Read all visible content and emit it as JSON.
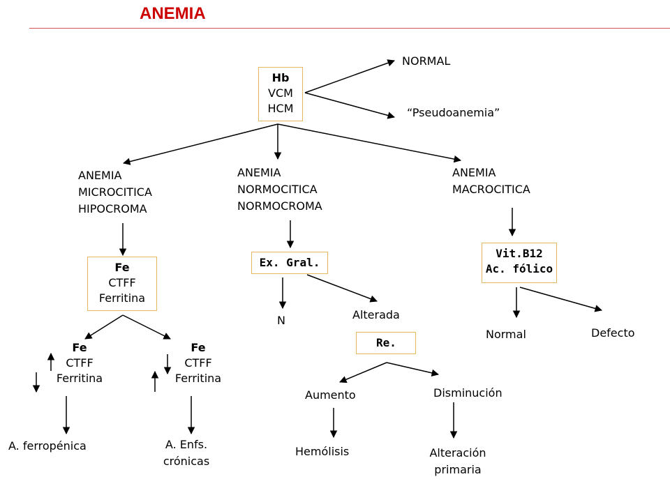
{
  "title": "ANEMIA",
  "hb_box": {
    "line1": "Hb",
    "line2": "VCM",
    "line3": "HCM"
  },
  "normal": "NORMAL",
  "pseudoanemia": "“Pseudoanemia”",
  "micro": {
    "line1": "ANEMIA",
    "line2": "MICROCITICA",
    "line3": "HIPOCROMA"
  },
  "normo": {
    "line1": "ANEMIA",
    "line2": "NORMOCITICA",
    "line3": "NORMOCROMA"
  },
  "macro": {
    "line1": "ANEMIA",
    "line2": "MACROCITICA"
  },
  "fe_box": {
    "line1": "Fe",
    "line2": "CTFF",
    "line3": "Ferritina"
  },
  "fe_left": {
    "line1": "Fe",
    "line2": "CTFF",
    "line3": "Ferritina"
  },
  "fe_right": {
    "line1": "Fe",
    "line2": "CTFF",
    "line3": "Ferritina"
  },
  "a_ferropenica": "A. ferropénica",
  "a_enfs": {
    "line1": "A. Enfs.",
    "line2": "crónicas"
  },
  "exgral": "Ex. Gral.",
  "n": "N",
  "alterada": "Alterada",
  "re": "Re.",
  "aumento": "Aumento",
  "disminucion": "Disminución",
  "hemolisis": "Hemólisis",
  "alteracion": {
    "line1": "Alteración",
    "line2": "primaria"
  },
  "vit_box": {
    "line1": "Vit.B12",
    "line2": "Ac. fólico"
  },
  "macro_normal": "Normal",
  "defecto": "Defecto",
  "colors": {
    "title": "#cc0000",
    "rule": "#d45050",
    "box_border": "#e6b860"
  }
}
